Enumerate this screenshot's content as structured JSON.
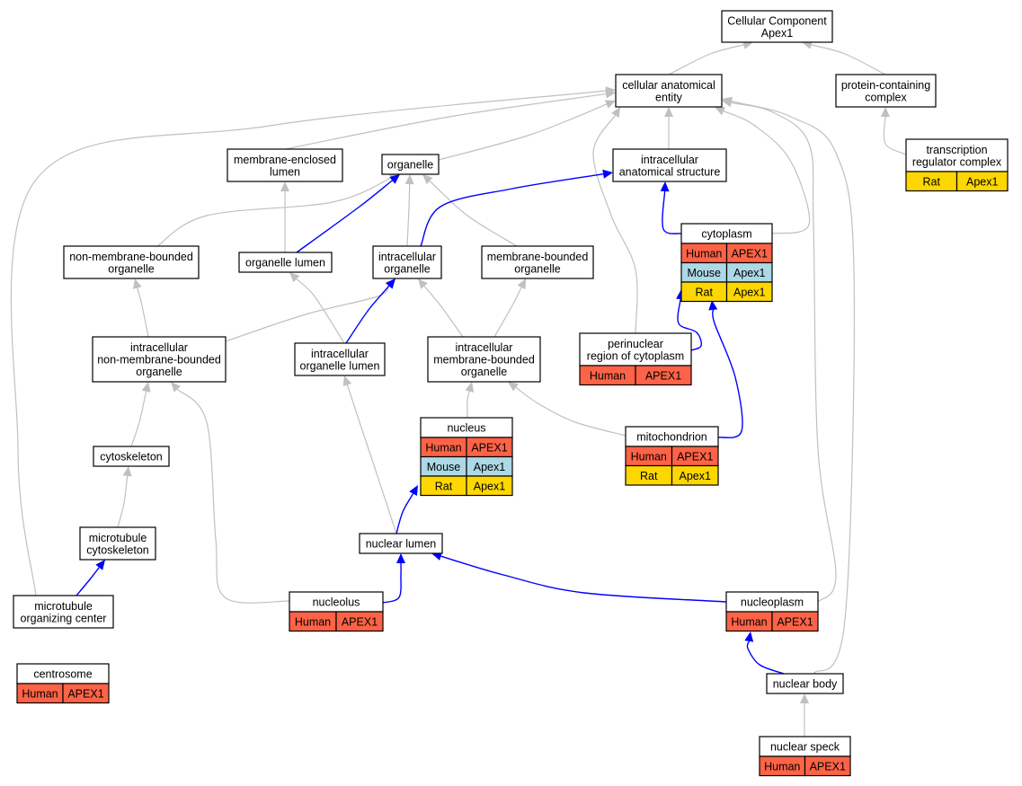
{
  "colors": {
    "human": "#ff6347",
    "mouse": "#add8e6",
    "rat": "#ffd700",
    "is_a_edge": "#c0c0c0",
    "part_of_edge": "#0000ff"
  },
  "nodes": {
    "root": {
      "lines": [
        "Cellular Component",
        "Apex1"
      ]
    },
    "cae": {
      "lines": [
        "cellular anatomical",
        "entity"
      ]
    },
    "pcc": {
      "lines": [
        "protein-containing",
        "complex"
      ]
    },
    "trc": {
      "lines": [
        "transcription",
        "regulator complex"
      ],
      "annotations": [
        [
          "Rat",
          "Apex1"
        ]
      ]
    },
    "mel": {
      "lines": [
        "membrane-enclosed",
        "lumen"
      ]
    },
    "org": {
      "lines": [
        "organelle"
      ]
    },
    "ias": {
      "lines": [
        "intracellular",
        "anatomical structure"
      ]
    },
    "nmbo": {
      "lines": [
        "non-membrane-bounded",
        "organelle"
      ]
    },
    "orl": {
      "lines": [
        "organelle lumen"
      ]
    },
    "io": {
      "lines": [
        "intracellular",
        "organelle"
      ]
    },
    "mbo": {
      "lines": [
        "membrane-bounded",
        "organelle"
      ]
    },
    "cyt": {
      "lines": [
        "cytoplasm"
      ],
      "annotations": [
        [
          "Human",
          "APEX1"
        ],
        [
          "Mouse",
          "Apex1"
        ],
        [
          "Rat",
          "Apex1"
        ]
      ]
    },
    "inmbo": {
      "lines": [
        "intracellular",
        "non-membrane-bounded",
        "organelle"
      ]
    },
    "iol": {
      "lines": [
        "intracellular",
        "organelle lumen"
      ]
    },
    "imbo": {
      "lines": [
        "intracellular",
        "membrane-bounded",
        "organelle"
      ]
    },
    "prc": {
      "lines": [
        "perinuclear",
        "region of cytoplasm"
      ],
      "annotations": [
        [
          "Human",
          "APEX1"
        ]
      ]
    },
    "nuc": {
      "lines": [
        "nucleus"
      ],
      "annotations": [
        [
          "Human",
          "APEX1"
        ],
        [
          "Mouse",
          "Apex1"
        ],
        [
          "Rat",
          "Apex1"
        ]
      ]
    },
    "mit": {
      "lines": [
        "mitochondrion"
      ],
      "annotations": [
        [
          "Human",
          "APEX1"
        ],
        [
          "Rat",
          "Apex1"
        ]
      ]
    },
    "csk": {
      "lines": [
        "cytoskeleton"
      ]
    },
    "mtc": {
      "lines": [
        "microtubule",
        "cytoskeleton"
      ]
    },
    "nul": {
      "lines": [
        "nuclear lumen"
      ]
    },
    "mtoc": {
      "lines": [
        "microtubule",
        "organizing center"
      ]
    },
    "ncl": {
      "lines": [
        "nucleolus"
      ],
      "annotations": [
        [
          "Human",
          "APEX1"
        ]
      ]
    },
    "npl": {
      "lines": [
        "nucleoplasm"
      ],
      "annotations": [
        [
          "Human",
          "APEX1"
        ]
      ]
    },
    "csm": {
      "lines": [
        "centrosome"
      ],
      "annotations": [
        [
          "Human",
          "APEX1"
        ]
      ]
    },
    "nbd": {
      "lines": [
        "nuclear body"
      ]
    },
    "nsp": {
      "lines": [
        "nuclear speck"
      ],
      "annotations": [
        [
          "Human",
          "APEX1"
        ]
      ]
    }
  },
  "edges": [
    {
      "from": "cae",
      "to": "root",
      "type": "is_a"
    },
    {
      "from": "pcc",
      "to": "root",
      "type": "is_a"
    },
    {
      "from": "trc",
      "to": "pcc",
      "type": "is_a"
    },
    {
      "from": "mel",
      "to": "cae",
      "type": "is_a"
    },
    {
      "from": "org",
      "to": "cae",
      "type": "is_a"
    },
    {
      "from": "ias",
      "to": "cae",
      "type": "is_a"
    },
    {
      "from": "mtoc",
      "to": "cae",
      "type": "is_a"
    },
    {
      "from": "prc",
      "to": "cae",
      "type": "is_a"
    },
    {
      "from": "cyt",
      "to": "cae",
      "type": "is_a"
    },
    {
      "from": "npl",
      "to": "cae",
      "type": "is_a"
    },
    {
      "from": "nbd",
      "to": "cae",
      "type": "is_a"
    },
    {
      "from": "orl",
      "to": "mel",
      "type": "is_a"
    },
    {
      "from": "nmbo",
      "to": "org",
      "type": "is_a"
    },
    {
      "from": "orl",
      "to": "org",
      "type": "part_of"
    },
    {
      "from": "io",
      "to": "org",
      "type": "is_a"
    },
    {
      "from": "mbo",
      "to": "org",
      "type": "is_a"
    },
    {
      "from": "io",
      "to": "ias",
      "type": "part_of"
    },
    {
      "from": "cyt",
      "to": "ias",
      "type": "part_of"
    },
    {
      "from": "inmbo",
      "to": "nmbo",
      "type": "is_a"
    },
    {
      "from": "inmbo",
      "to": "io",
      "type": "is_a"
    },
    {
      "from": "iol",
      "to": "orl",
      "type": "is_a"
    },
    {
      "from": "iol",
      "to": "io",
      "type": "part_of"
    },
    {
      "from": "imbo",
      "to": "io",
      "type": "is_a"
    },
    {
      "from": "imbo",
      "to": "mbo",
      "type": "is_a"
    },
    {
      "from": "prc",
      "to": "cyt",
      "type": "part_of"
    },
    {
      "from": "mit",
      "to": "cyt",
      "type": "part_of"
    },
    {
      "from": "nuc",
      "to": "imbo",
      "type": "is_a"
    },
    {
      "from": "mit",
      "to": "imbo",
      "type": "is_a"
    },
    {
      "from": "csk",
      "to": "inmbo",
      "type": "is_a"
    },
    {
      "from": "ncl",
      "to": "inmbo",
      "type": "is_a"
    },
    {
      "from": "mtc",
      "to": "csk",
      "type": "is_a"
    },
    {
      "from": "mtoc",
      "to": "mtc",
      "type": "part_of"
    },
    {
      "from": "nul",
      "to": "iol",
      "type": "is_a"
    },
    {
      "from": "nul",
      "to": "nuc",
      "type": "part_of"
    },
    {
      "from": "ncl",
      "to": "nul",
      "type": "part_of"
    },
    {
      "from": "npl",
      "to": "nul",
      "type": "part_of"
    },
    {
      "from": "csm",
      "to": "mtoc",
      "type": "is_a"
    },
    {
      "from": "nbd",
      "to": "npl",
      "type": "part_of"
    },
    {
      "from": "nsp",
      "to": "nbd",
      "type": "is_a"
    }
  ]
}
